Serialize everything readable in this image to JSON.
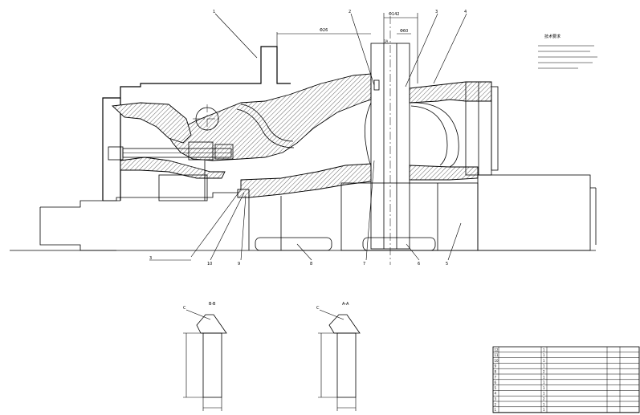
{
  "drawing": {
    "balloons": {
      "b1": "1",
      "b2": "2",
      "b3": "3",
      "b4": "4",
      "b5": "5",
      "b6": "6",
      "b7": "7",
      "b8": "8",
      "b9": "9",
      "b10": "10",
      "b3b": "3"
    },
    "dims": {
      "d_top_left": "Φ26",
      "d_top_mid": "Φ60",
      "d_top_right": "Φ142",
      "d_small": "1A"
    },
    "section_labels": {
      "sec_left": "B-B",
      "sec_right": "A-A",
      "c_left": "C",
      "c_right": "C"
    },
    "notes_title": "技术要求"
  },
  "bom": {
    "rows": [
      {
        "no": "12",
        "qty": "1"
      },
      {
        "no": "11",
        "qty": "1"
      },
      {
        "no": "10",
        "qty": "1"
      },
      {
        "no": "9",
        "qty": "1"
      },
      {
        "no": "8",
        "qty": "2"
      },
      {
        "no": "7",
        "qty": "1"
      },
      {
        "no": "6",
        "qty": "1"
      },
      {
        "no": "5",
        "qty": "1"
      },
      {
        "no": "4",
        "qty": "1"
      },
      {
        "no": "3",
        "qty": "2"
      },
      {
        "no": "2",
        "qty": "1"
      },
      {
        "no": "1",
        "qty": "1"
      }
    ]
  },
  "colors": {
    "ink": "#000000",
    "paper": "#ffffff"
  }
}
